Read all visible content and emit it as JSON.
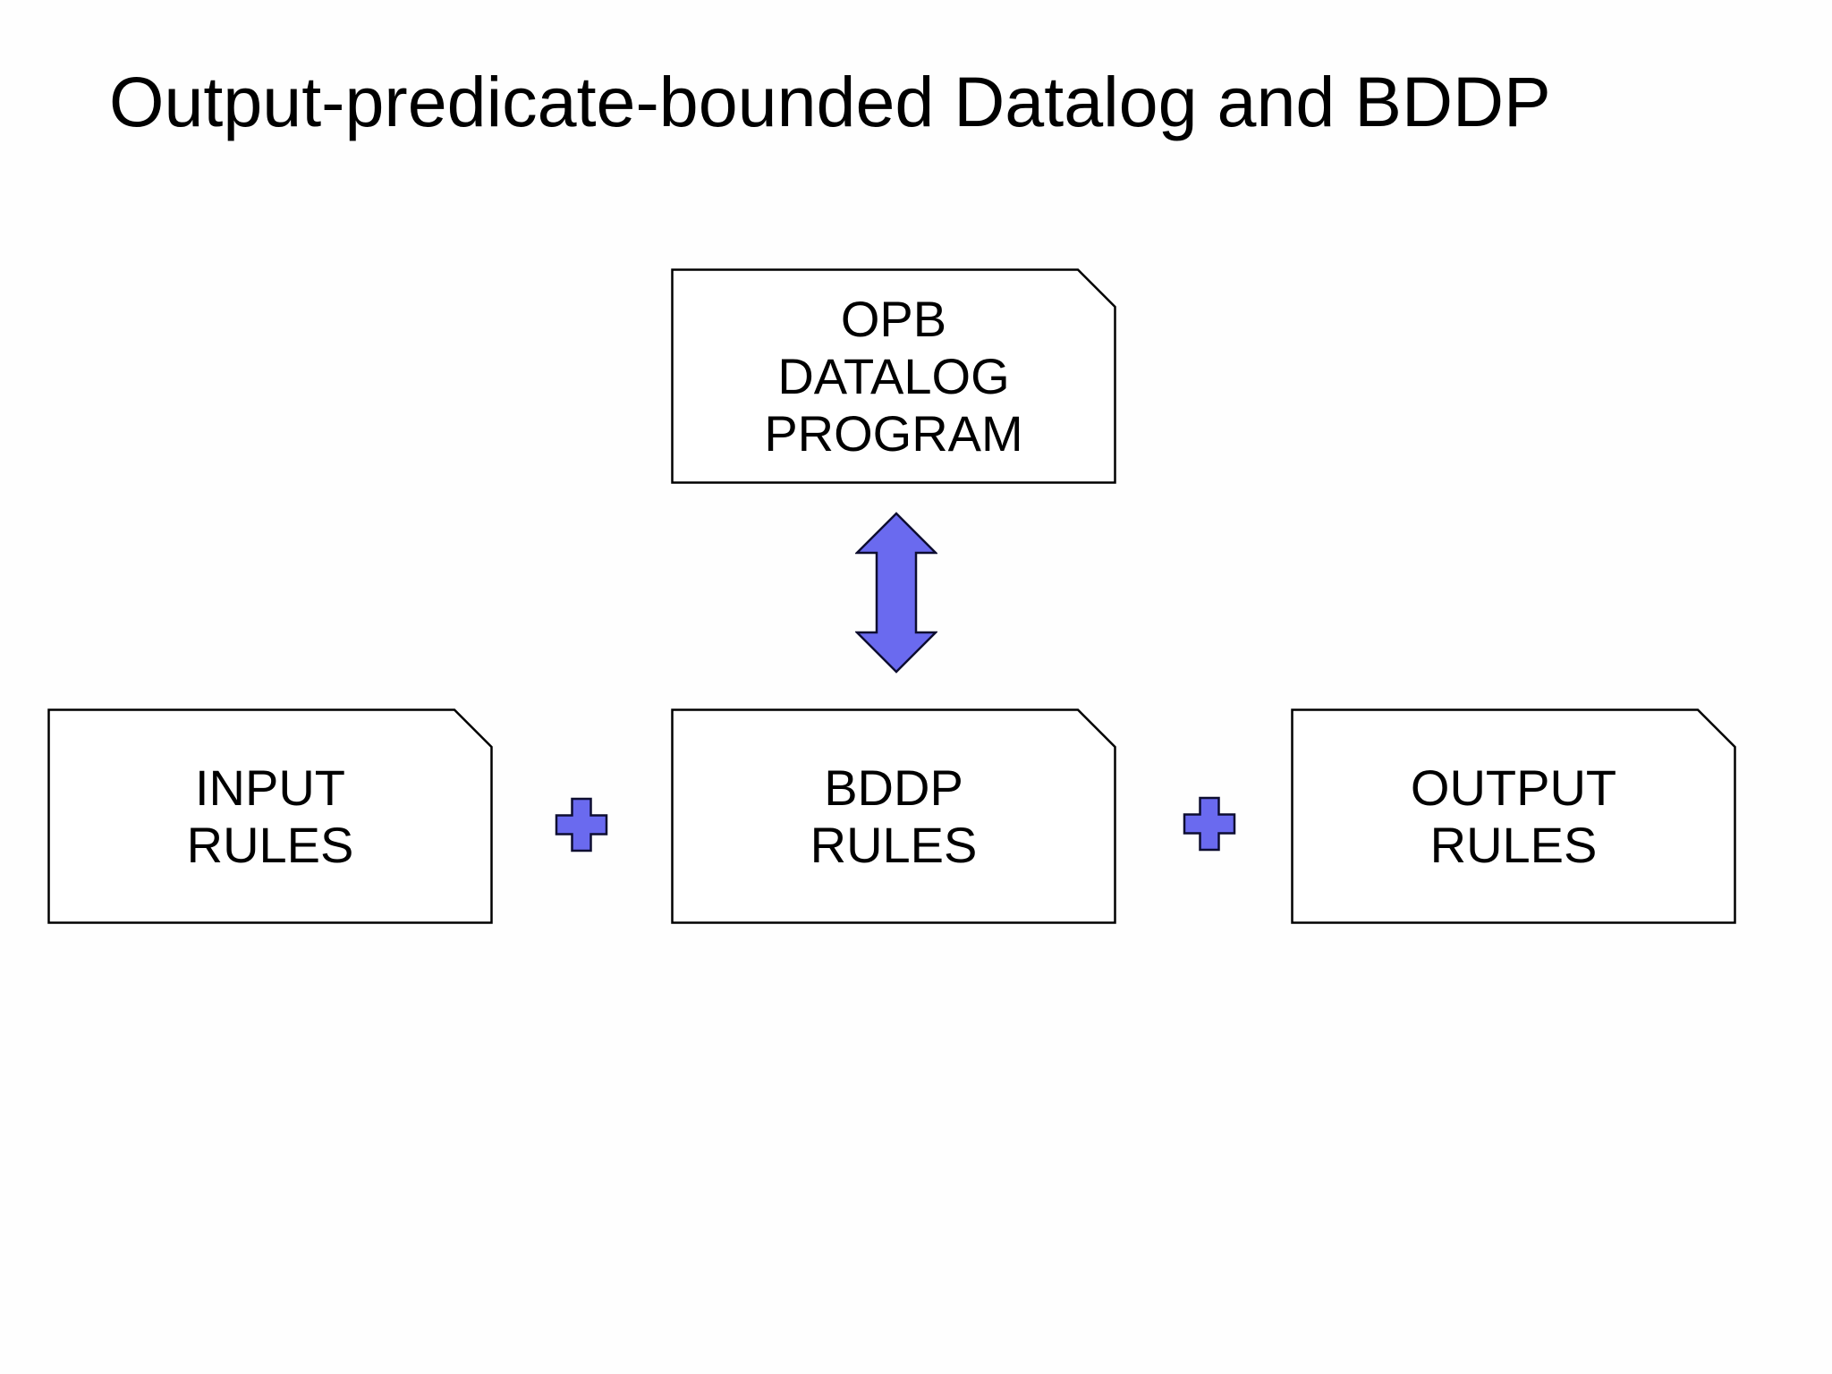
{
  "slide": {
    "title": "Output-predicate-bounded Datalog and BDDP"
  },
  "boxes": {
    "program": {
      "lines": [
        "OPB",
        "DATALOG",
        "PROGRAM"
      ]
    },
    "input": {
      "lines": [
        "INPUT",
        "RULES"
      ]
    },
    "bddp": {
      "lines": [
        "BDDP",
        "RULES"
      ]
    },
    "output": {
      "lines": [
        "OUTPUT",
        "RULES"
      ]
    }
  },
  "icons": {
    "updown_arrow": "up-down-arrow",
    "plus_left": "plus",
    "plus_right": "plus"
  },
  "colors": {
    "background": "#fefefe",
    "accent": "#6a6aef",
    "shape_outline": "#0d0d30",
    "box_border": "#000000",
    "box_fill": "#ffffff",
    "text": "#000000"
  }
}
